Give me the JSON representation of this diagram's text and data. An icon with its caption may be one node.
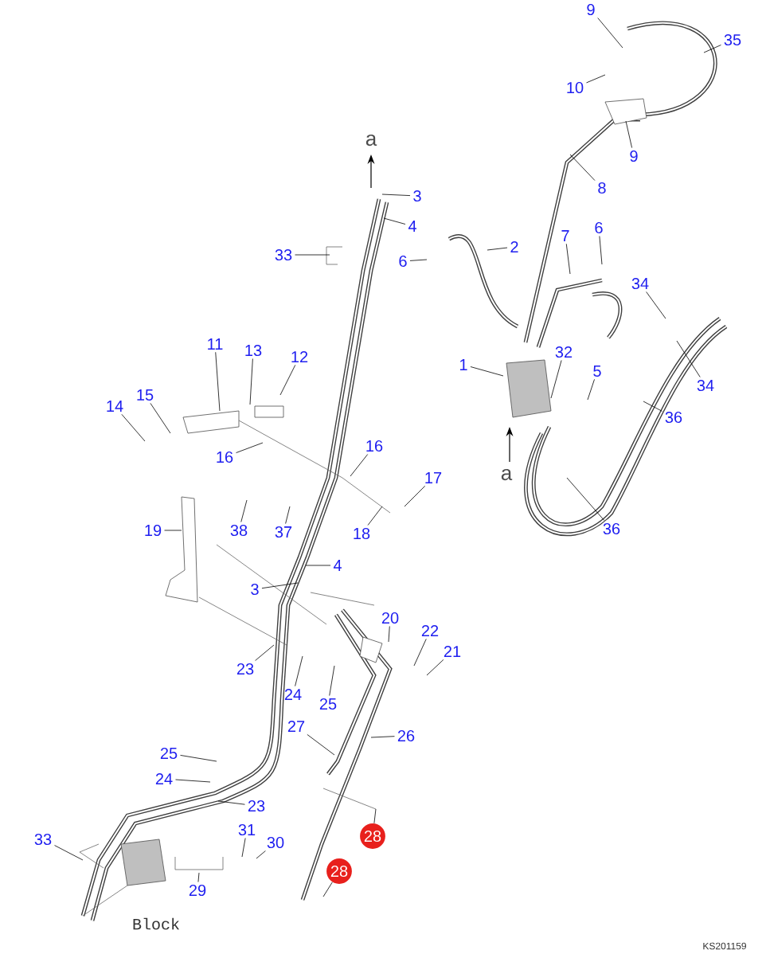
{
  "diagram": {
    "nodes": [
      {
        "text": [
          "9"
        ]
      },
      {
        "text": [
          "35"
        ]
      },
      {
        "text": [
          "10"
        ]
      },
      {
        "text": [
          "9"
        ]
      },
      {
        "text": [
          "3"
        ]
      },
      {
        "text": [
          "8"
        ]
      },
      {
        "text": [
          "4"
        ]
      },
      {
        "text": [
          "6"
        ]
      },
      {
        "text": [
          "7"
        ]
      },
      {
        "text": [
          "2"
        ]
      },
      {
        "text": [
          "33"
        ]
      },
      {
        "text": [
          "6"
        ]
      },
      {
        "text": [
          "34"
        ]
      },
      {
        "text": [
          "11"
        ]
      },
      {
        "text": [
          "13"
        ]
      },
      {
        "text": [
          "12"
        ]
      },
      {
        "text": [
          "32"
        ]
      },
      {
        "text": [
          "1"
        ]
      },
      {
        "text": [
          "5"
        ]
      },
      {
        "text": [
          "34"
        ]
      },
      {
        "text": [
          "15"
        ]
      },
      {
        "text": [
          "14"
        ]
      },
      {
        "text": [
          "36"
        ]
      },
      {
        "text": [
          "16"
        ]
      },
      {
        "text": [
          "16"
        ]
      },
      {
        "text": [
          "17"
        ]
      },
      {
        "text": [
          "36"
        ]
      },
      {
        "text": [
          "18"
        ]
      },
      {
        "text": [
          "19"
        ]
      },
      {
        "text": [
          "38"
        ]
      },
      {
        "text": [
          "37"
        ]
      },
      {
        "text": [
          "4"
        ]
      },
      {
        "text": [
          "3"
        ]
      },
      {
        "text": [
          "20"
        ]
      },
      {
        "text": [
          "22"
        ]
      },
      {
        "text": [
          "21"
        ]
      },
      {
        "text": [
          "23"
        ]
      },
      {
        "text": [
          "24"
        ]
      },
      {
        "text": [
          "25"
        ]
      },
      {
        "text": [
          "27"
        ]
      },
      {
        "text": [
          "26"
        ]
      },
      {
        "text": [
          "25"
        ]
      },
      {
        "text": [
          "24"
        ]
      },
      {
        "text": [
          "23"
        ]
      },
      {
        "text": [
          "31"
        ]
      },
      {
        "text": [
          "28"
        ]
      },
      {
        "text": [
          "30"
        ]
      },
      {
        "text": [
          "33"
        ]
      },
      {
        "text": [
          "28"
        ]
      },
      {
        "text": [
          "29"
        ]
      }
    ],
    "edges": [
      {
        "from": 0,
        "to": null,
        "arrow": "none"
      },
      {
        "from": 1,
        "to": null,
        "arrow": "none"
      },
      {
        "from": 2,
        "to": null,
        "arrow": "none"
      },
      {
        "from": 3,
        "to": null,
        "arrow": "none"
      },
      {
        "from": 4,
        "to": null,
        "arrow": "none"
      },
      {
        "from": 5,
        "to": null,
        "arrow": "none"
      },
      {
        "from": 6,
        "to": null,
        "arrow": "none"
      },
      {
        "from": 7,
        "to": null,
        "arrow": "none"
      },
      {
        "from": 8,
        "to": null,
        "arrow": "none"
      },
      {
        "from": 9,
        "to": null,
        "arrow": "none"
      },
      {
        "from": 10,
        "to": null,
        "arrow": "none"
      },
      {
        "from": 11,
        "to": null,
        "arrow": "none"
      },
      {
        "from": 12,
        "to": null,
        "arrow": "none"
      },
      {
        "from": 13,
        "to": null,
        "arrow": "none"
      },
      {
        "from": 14,
        "to": null,
        "arrow": "none"
      },
      {
        "from": 15,
        "to": null,
        "arrow": "none"
      },
      {
        "from": 16,
        "to": null,
        "arrow": "none"
      },
      {
        "from": 17,
        "to": null,
        "arrow": "none"
      },
      {
        "from": 18,
        "to": null,
        "arrow": "none"
      },
      {
        "from": 19,
        "to": null,
        "arrow": "none"
      },
      {
        "from": 20,
        "to": null,
        "arrow": "none"
      },
      {
        "from": 21,
        "to": null,
        "arrow": "none"
      },
      {
        "from": 22,
        "to": null,
        "arrow": "none"
      },
      {
        "from": 23,
        "to": null,
        "arrow": "none"
      },
      {
        "from": 24,
        "to": null,
        "arrow": "none"
      },
      {
        "from": 25,
        "to": null,
        "arrow": "none"
      },
      {
        "from": 26,
        "to": null,
        "arrow": "none"
      },
      {
        "from": 27,
        "to": null,
        "arrow": "none"
      },
      {
        "from": 28,
        "to": null,
        "arrow": "none"
      },
      {
        "from": 29,
        "to": null,
        "arrow": "none"
      },
      {
        "from": 30,
        "to": null,
        "arrow": "none"
      },
      {
        "from": 31,
        "to": null,
        "arrow": "none"
      },
      {
        "from": 32,
        "to": null,
        "arrow": "none"
      },
      {
        "from": 33,
        "to": null,
        "arrow": "none"
      },
      {
        "from": 34,
        "to": null,
        "arrow": "none"
      },
      {
        "from": 35,
        "to": null,
        "arrow": "none"
      },
      {
        "from": 36,
        "to": null,
        "arrow": "none"
      },
      {
        "from": 37,
        "to": null,
        "arrow": "none"
      },
      {
        "from": 38,
        "to": null,
        "arrow": "none"
      },
      {
        "from": 39,
        "to": null,
        "arrow": "none"
      },
      {
        "from": 40,
        "to": null,
        "arrow": "none"
      },
      {
        "from": 41,
        "to": null,
        "arrow": "none"
      },
      {
        "from": 42,
        "to": null,
        "arrow": "none"
      },
      {
        "from": 43,
        "to": null,
        "arrow": "none"
      },
      {
        "from": 44,
        "to": null,
        "arrow": "none"
      },
      {
        "from": 45,
        "to": null,
        "arrow": "none"
      },
      {
        "from": 46,
        "to": null,
        "arrow": "none"
      },
      {
        "from": 47,
        "to": null,
        "arrow": "none"
      },
      {
        "from": 48,
        "to": null,
        "arrow": "none"
      },
      {
        "from": 49,
        "to": null,
        "arrow": "none"
      }
    ],
    "labels": [
      "a",
      "a",
      "Block",
      "KS201159"
    ]
  }
}
